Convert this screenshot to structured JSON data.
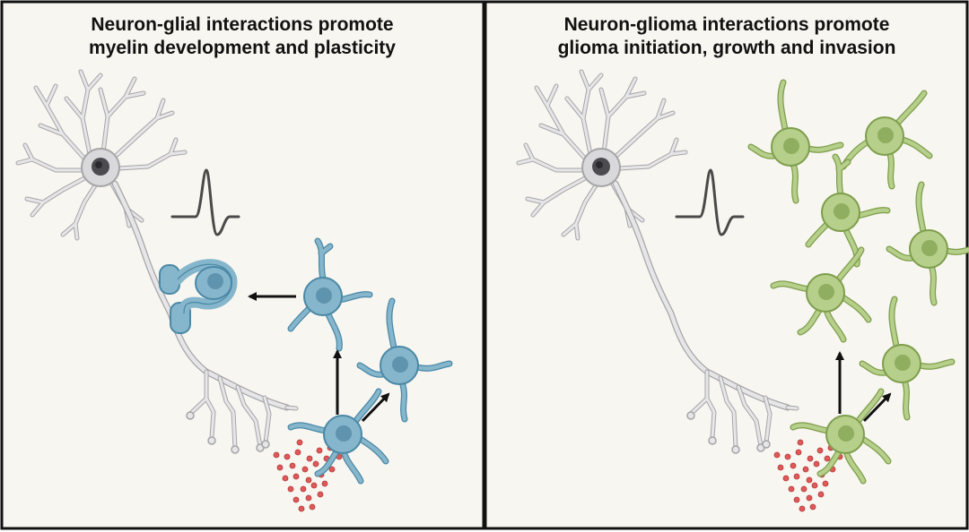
{
  "panels": [
    {
      "title_line1": "Neuron-glial interactions promote",
      "title_line2": "myelin development and plasticity",
      "cell_color": "#86b6cc",
      "cell_stroke": "#4a88a6",
      "nucleus_color": "#5e94ad"
    },
    {
      "title_line1": "Neuron-glioma interactions promote",
      "title_line2": "glioma initiation, growth and invasion",
      "cell_color": "#b6cf8a",
      "cell_stroke": "#7d9e4c",
      "nucleus_color": "#8fae60"
    }
  ],
  "icons": [
    "neuron-icon",
    "action-potential-icon",
    "neurotransmitter-dots",
    "oligodendrocyte-precursor-icon",
    "glioma-cell-icon",
    "arrow-icon"
  ],
  "colors": {
    "panel_background": "#f8f6f0",
    "border": "#111111",
    "neuron_fill": "#e6e6e8",
    "neuron_stroke": "#a5a5a8",
    "neuron_nucleus": "#4c4c50",
    "neurotransmitter": "#e05858"
  }
}
